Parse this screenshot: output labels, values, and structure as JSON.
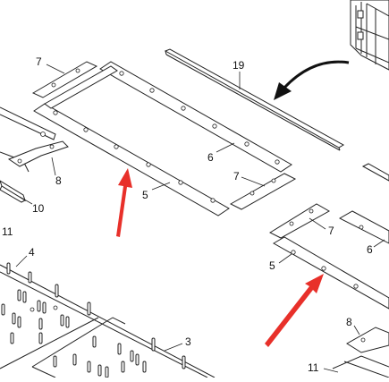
{
  "diagram": {
    "callouts": [
      {
        "id": "c7a",
        "text": "7"
      },
      {
        "id": "c19",
        "text": "19"
      },
      {
        "id": "c6a",
        "text": "6"
      },
      {
        "id": "c7b",
        "text": "7"
      },
      {
        "id": "c5a",
        "text": "5"
      },
      {
        "id": "c8a",
        "text": "8"
      },
      {
        "id": "c10",
        "text": "10"
      },
      {
        "id": "c11a",
        "text": "11"
      },
      {
        "id": "c4",
        "text": "4"
      },
      {
        "id": "c7c",
        "text": "7"
      },
      {
        "id": "c6b",
        "text": "6"
      },
      {
        "id": "c5b",
        "text": "5"
      },
      {
        "id": "c8b",
        "text": "8"
      },
      {
        "id": "c3",
        "text": "3"
      },
      {
        "id": "c11b",
        "text": "11"
      }
    ],
    "colors": {
      "line": "#222222",
      "arrow_red": "#e8302a",
      "arrow_black": "#111111",
      "background": "#ffffff"
    }
  }
}
